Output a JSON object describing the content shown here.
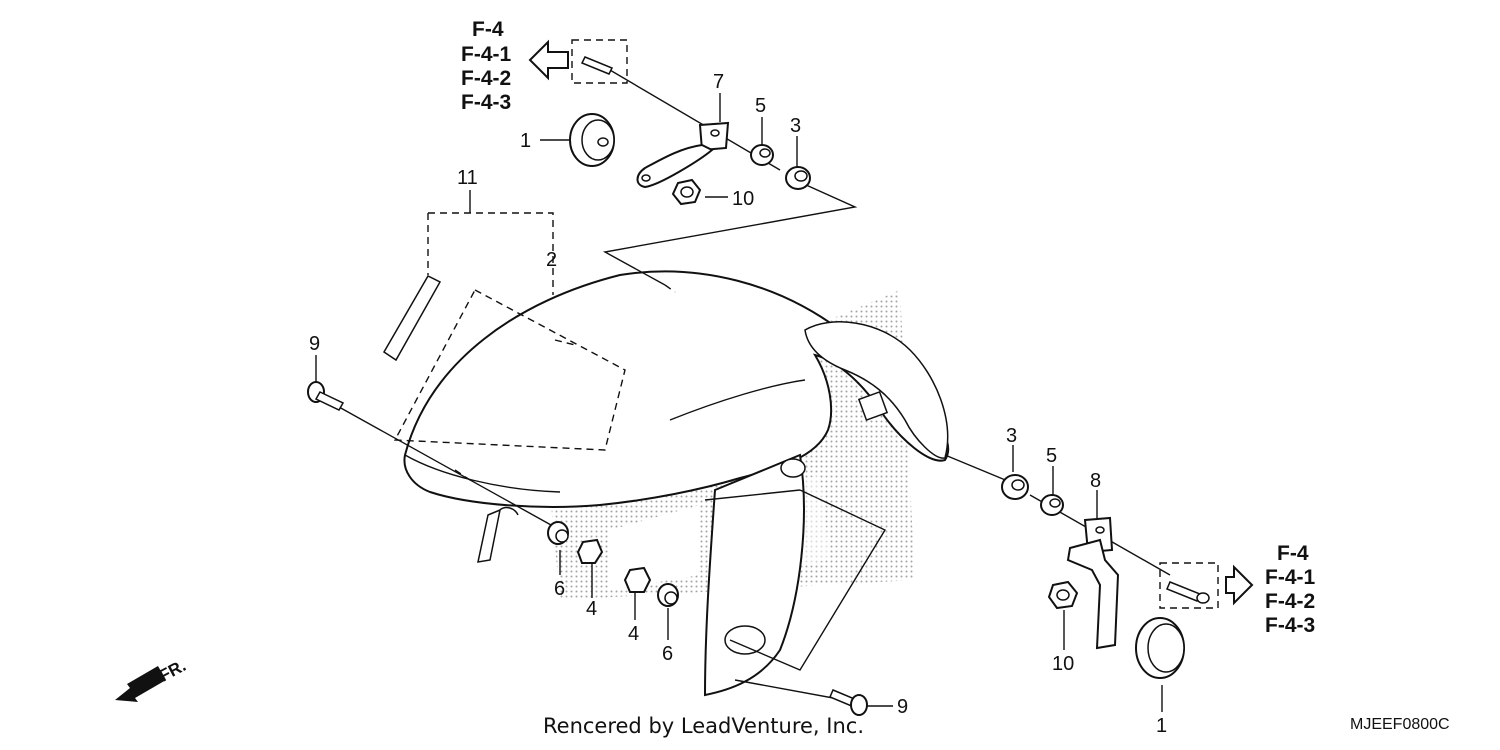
{
  "callouts": {
    "c1_top": "1",
    "c7": "7",
    "c5_top": "5",
    "c3_top": "3",
    "c10_top": "10",
    "c11": "11",
    "c2": "2",
    "c9_left": "9",
    "c6_left": "6",
    "c4_left": "4",
    "c4_mid": "4",
    "c6_mid": "6",
    "c9_bottom": "9",
    "c3_right": "3",
    "c5_right": "5",
    "c8": "8",
    "c10_bottom": "10",
    "c1_bottom": "1"
  },
  "refs_top": [
    "F-4",
    "F-4-1",
    "F-4-2",
    "F-4-3"
  ],
  "refs_bottom": [
    "F-4",
    "F-4-1",
    "F-4-2",
    "F-4-3"
  ],
  "direction_label": "FR.",
  "footer_text": "Rencered by LeadVenture, Inc.",
  "diagram_code": "MJEEF0800C"
}
